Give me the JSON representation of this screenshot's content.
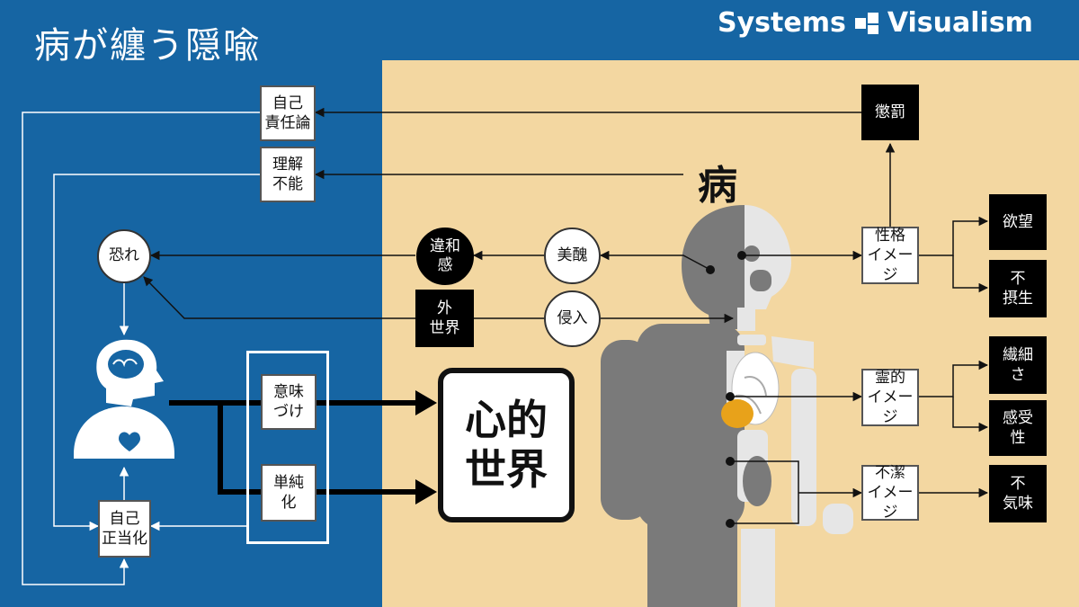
{
  "title": "病が纏う隠喩",
  "brand": {
    "name": "Systems",
    "name2": "Visualism",
    "logo_icon": "systems-visualism-logo"
  },
  "left": {
    "self_responsibility": "自己\n責任論",
    "incomprehensible": "理解\n不能",
    "fear": "恐れ",
    "self_justification": "自己\n正当化",
    "person_icon": "head-brain-heart-person-icon",
    "meaning_making": "意味\nづけ",
    "simplification": "単純\n化"
  },
  "center": {
    "discomfort": "違和\n感",
    "outside_world": "外\n世界",
    "beauty_ugliness": "美醜",
    "invasion": "侵入",
    "heart_world": "心的\n世界",
    "disease": "病"
  },
  "right": {
    "punishment": "懲罰",
    "personality_image": "性格\nイメージ",
    "desire": "欲望",
    "unhealthy": "不\n摂生",
    "spiritual_image": "霊的\nイメージ",
    "delicacy": "繊細\nさ",
    "sensitivity": "感受\n性",
    "unclean_image": "不潔\nイメージ",
    "creepy": "不\n気味"
  },
  "figure": {
    "icon": "human-anatomy-silhouette-icon"
  },
  "colors": {
    "blue": "#1665a3",
    "beige": "#f3d7a1",
    "figure_gray": "#7a7a7a",
    "organ_orange": "#e8a21a"
  }
}
